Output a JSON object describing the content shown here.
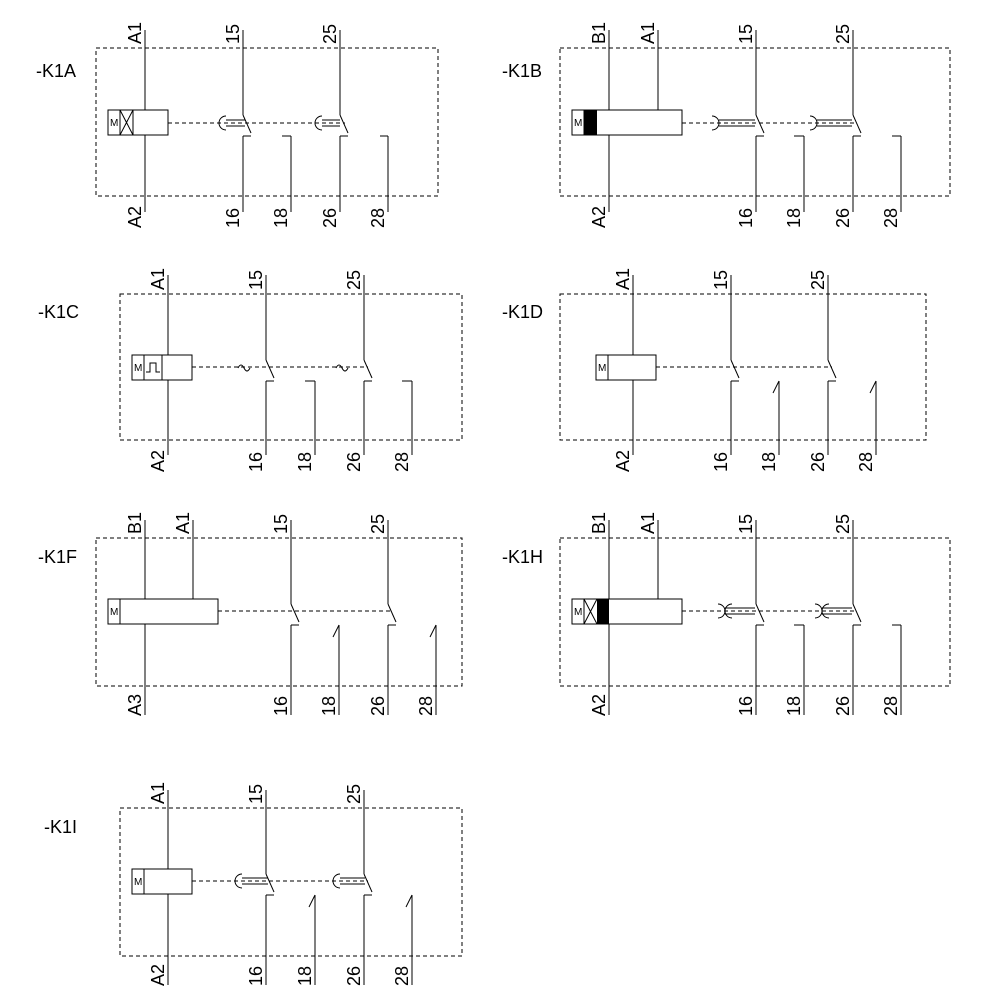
{
  "relays": [
    {
      "name": "-K1A",
      "terminals_top": [
        "A1",
        "15",
        "25"
      ],
      "terminals_bottom": [
        "A2",
        "16",
        "18",
        "26",
        "28"
      ],
      "coil_marker": "M"
    },
    {
      "name": "-K1B",
      "terminals_top": [
        "B1",
        "A1",
        "15",
        "25"
      ],
      "terminals_bottom": [
        "A2",
        "16",
        "18",
        "26",
        "28"
      ],
      "coil_marker": "M"
    },
    {
      "name": "-K1C",
      "terminals_top": [
        "A1",
        "15",
        "25"
      ],
      "terminals_bottom": [
        "A2",
        "16",
        "18",
        "26",
        "28"
      ],
      "coil_marker": "M"
    },
    {
      "name": "-K1D",
      "terminals_top": [
        "A1",
        "15",
        "25"
      ],
      "terminals_bottom": [
        "A2",
        "16",
        "18",
        "26",
        "28"
      ],
      "coil_marker": "M"
    },
    {
      "name": "-K1F",
      "terminals_top": [
        "B1",
        "A1",
        "15",
        "25"
      ],
      "terminals_bottom": [
        "A3",
        "16",
        "18",
        "26",
        "28"
      ],
      "coil_marker": "M"
    },
    {
      "name": "-K1H",
      "terminals_top": [
        "B1",
        "A1",
        "15",
        "25"
      ],
      "terminals_bottom": [
        "A2",
        "16",
        "18",
        "26",
        "28"
      ],
      "coil_marker": "M"
    },
    {
      "name": "-K1I",
      "terminals_top": [
        "A1",
        "15",
        "25"
      ],
      "terminals_bottom": [
        "A2",
        "16",
        "18",
        "26",
        "28"
      ],
      "coil_marker": "M"
    }
  ]
}
